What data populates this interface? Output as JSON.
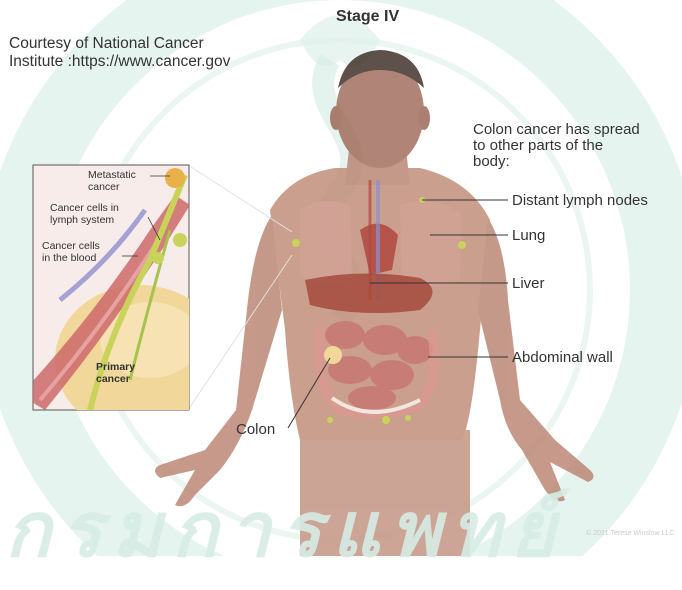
{
  "title": "Stage IV",
  "credit": {
    "line1": "Courtesy of National Cancer",
    "line2": "Institute :https://www.cancer.gov"
  },
  "description": {
    "line1": "Colon cancer has spread",
    "line2": "to other parts of the",
    "line3": "body:"
  },
  "labels": {
    "distant_lymph_nodes": "Distant lymph nodes",
    "lung": "Lung",
    "liver": "Liver",
    "abdominal_wall": "Abdominal wall",
    "colon": "Colon"
  },
  "inset": {
    "metastatic_1": "Metastatic",
    "metastatic_2": "cancer",
    "lymph_1": "Cancer cells in",
    "lymph_2": "lymph system",
    "blood_1": "Cancer cells",
    "blood_2": "in the blood",
    "primary_1": "Primary",
    "primary_2": "cancer"
  },
  "watermark": "กรมการแพทย์",
  "copyright": "© 2021 Terese Winslow LLC",
  "colors": {
    "skin": "#b88270",
    "watermark": "#d6ede5",
    "organ_red": "#b0463e",
    "intestine": "#c77a74",
    "primary_cancer": "#f1d79a",
    "lymph_node": "#c9d35a",
    "vessel": "#8f8fd0"
  }
}
